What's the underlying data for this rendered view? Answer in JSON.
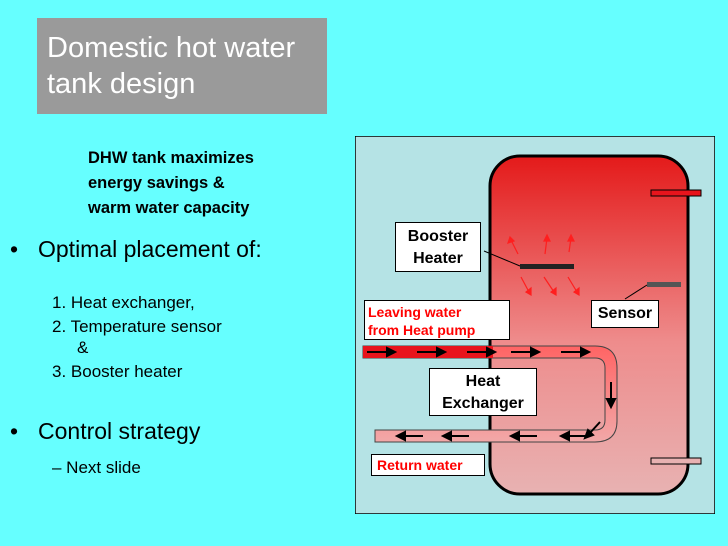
{
  "title": "Domestic hot water tank design",
  "subtitle": "DHW tank maximizes\nenergy savings &\nwarm water capacity",
  "bullets": {
    "b1": "Optimal placement of:",
    "items": [
      "1. Heat  exchanger,",
      "2. Temperature sensor",
      "&",
      "3. Booster heater"
    ],
    "b2": "Control strategy",
    "b2_sub": "– Next slide"
  },
  "diagram": {
    "booster_line1": "Booster",
    "booster_line2": "Heater",
    "leaving_line1": "Leaving water",
    "leaving_line2": "from Heat pump",
    "sensor": "Sensor",
    "hx_line1": "Heat",
    "hx_line2": "Exchanger",
    "return": "Return water"
  },
  "colors": {
    "background": "#66ffff",
    "title_box": "#9a9a9a",
    "diagram_bg": "#b5e3e5",
    "tank_top": "#e41a1a",
    "tank_bottom": "#e9b0b0",
    "pipe": "#e8141c",
    "label_red": "#ff0000"
  }
}
